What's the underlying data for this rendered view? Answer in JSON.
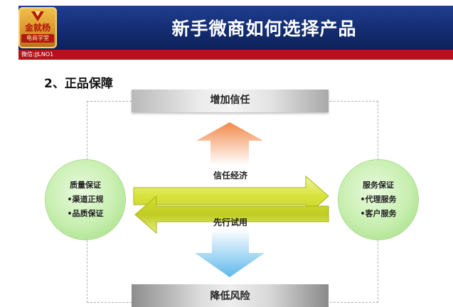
{
  "header": {
    "title": "新手微商如何选择产品",
    "logo_name": "金就杨",
    "logo_sub": "电商学堂",
    "wechat_id": "微信:JJLNO1"
  },
  "section": {
    "heading": "2、正品保障"
  },
  "diagram": {
    "top_box": "增加信任",
    "bottom_box": "降低风险",
    "left_circle": {
      "title": "质量保证",
      "items": [
        "•渠道正规",
        "•品质保证"
      ]
    },
    "right_circle": {
      "title": "服务保证",
      "items": [
        "•代理服务",
        "•客户服务"
      ]
    },
    "arrow_top_label": "信任经济",
    "arrow_bottom_label": "先行试用"
  },
  "colors": {
    "banner": "#142d72",
    "red_bar": "#b5121b",
    "circle_fill": "#c6eeae",
    "arrow_green": "#d6e23a",
    "arrow_up": "#f29b60",
    "arrow_down": "#7ec6ee"
  }
}
